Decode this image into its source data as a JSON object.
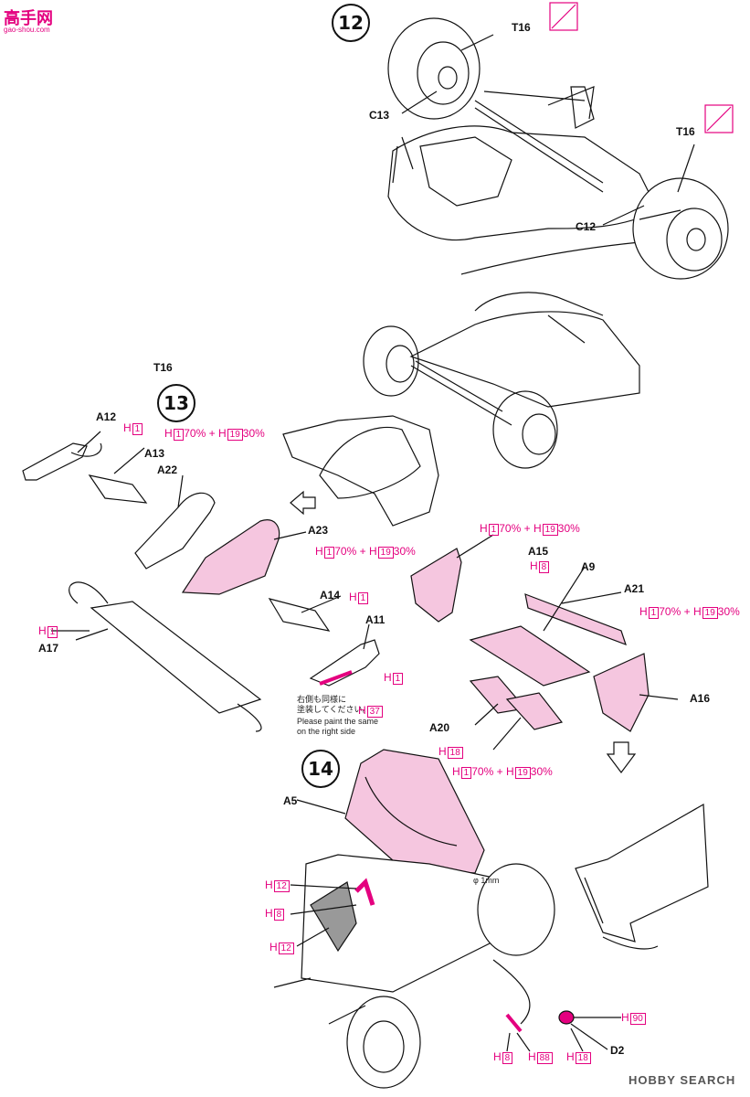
{
  "header": {
    "site_logo": "高手网",
    "site_domain": "gao-shou.com"
  },
  "steps": {
    "s12": "12",
    "s13": "13",
    "s14": "14"
  },
  "parts": {
    "T16_a": "T16",
    "T16_b": "T16",
    "T16_c": "T16",
    "C13": "C13",
    "C12": "C12",
    "A12": "A12",
    "A13": "A13",
    "A22": "A22",
    "A23": "A23",
    "A17": "A17",
    "A14": "A14",
    "A11": "A11",
    "A15": "A15",
    "A9": "A9",
    "A21": "A21",
    "A16": "A16",
    "A20": "A20",
    "A5": "A5",
    "D2": "D2"
  },
  "paint": {
    "H1": "H",
    "H1n": "1",
    "H19n": "19",
    "H8n": "8",
    "H12n": "12",
    "H18n": "18",
    "H37n": "37",
    "H88n": "88",
    "H90n": "90",
    "mix_pct1": "70%",
    "mix_plus": "+",
    "mix_pct2": "30%"
  },
  "notes": {
    "right_side_jp": "右側も同様に\n塗装してください。",
    "right_side_en": "Please paint the same\non the right side",
    "drill": "φ 1mm"
  },
  "watermark": {
    "brand": "HOBBY SEARCH"
  },
  "colors": {
    "accent": "#e4007f",
    "panel_pink": "#f5c6df",
    "ink": "#111111"
  }
}
